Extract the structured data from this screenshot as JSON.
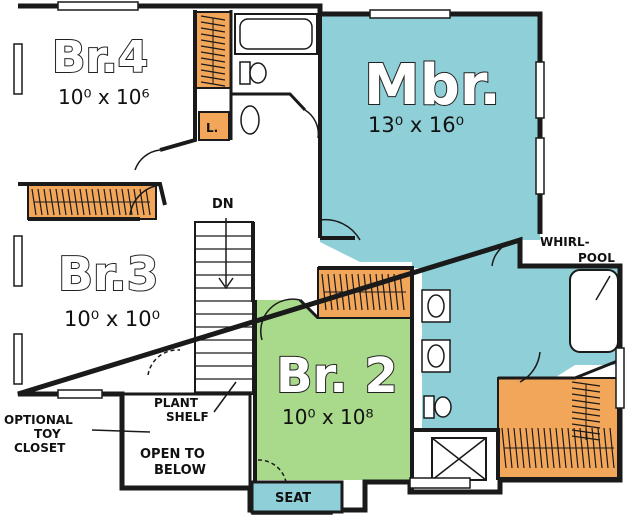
{
  "colors": {
    "master_bedroom": "#8ecfd8",
    "bedroom_2": "#a9d98a",
    "closet": "#f2a65a",
    "bath": "#8ecfd8",
    "wall": "#1a1a1a",
    "unfilled": "#ffffff"
  },
  "rooms": {
    "br4": {
      "name": "Br.4",
      "size": "10⁰ x 10⁶"
    },
    "mbr": {
      "name": "Mbr.",
      "size": "13⁰ x 16⁰"
    },
    "br3": {
      "name": "Br.3",
      "size": "10⁰ x 10⁰"
    },
    "br2": {
      "name": "Br. 2",
      "size": "10⁰ x 10⁸"
    }
  },
  "labels": {
    "dn": "DN",
    "linen": "L.",
    "whirlpool_line1": "WHIRL-",
    "whirlpool_line2": "POOL",
    "plant_shelf_line1": "PLANT",
    "plant_shelf_line2": "SHELF",
    "open_below_line1": "OPEN TO",
    "open_below_line2": "BELOW",
    "optional_toy_line1": "OPTIONAL",
    "optional_toy_line2": "TOY",
    "optional_toy_line3": "CLOSET",
    "seat": "SEAT"
  }
}
